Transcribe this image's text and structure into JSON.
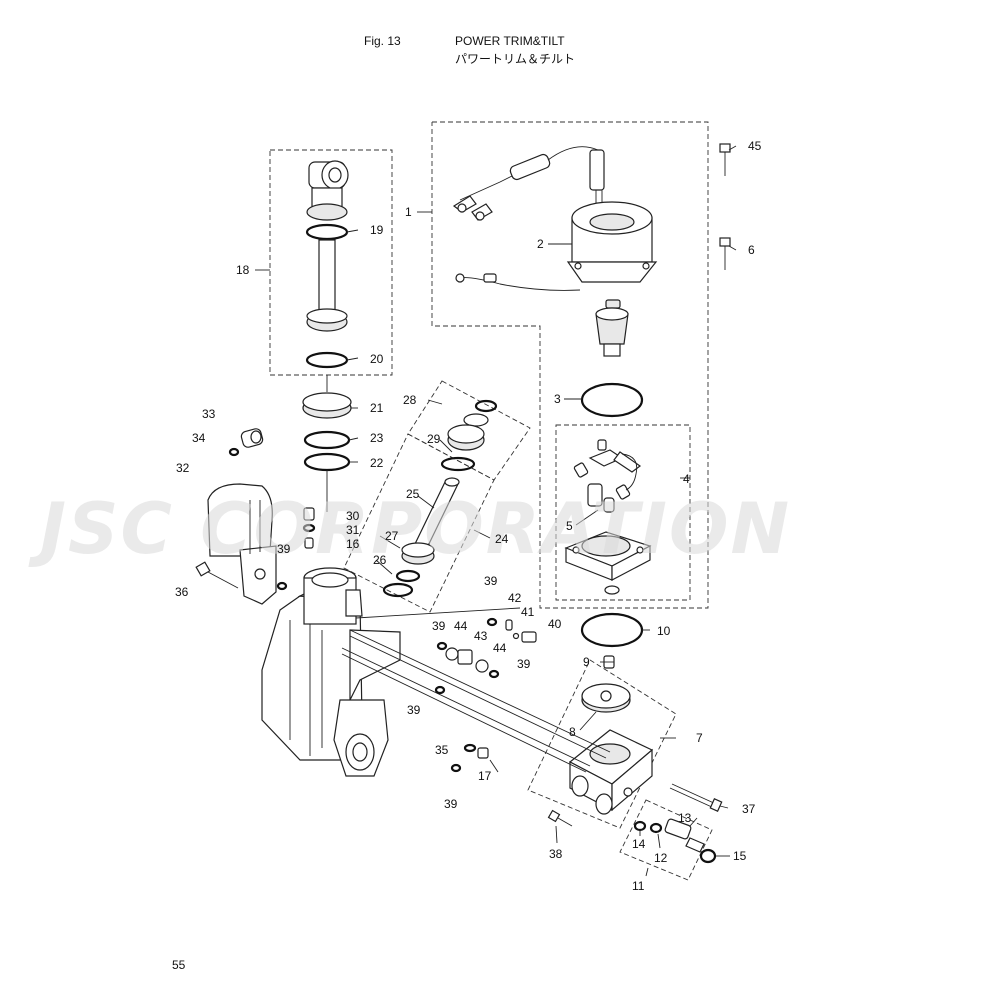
{
  "header": {
    "fig_label": "Fig. 13",
    "title_en": "POWER TRIM&TILT",
    "title_jp": "パワートリム＆チルト"
  },
  "watermark": "JSC CORPORATION",
  "page_number": "55",
  "callouts": {
    "c1": "1",
    "c2": "2",
    "c3": "3",
    "c4": "4",
    "c5": "5",
    "c6": "6",
    "c7": "7",
    "c8": "8",
    "c9": "9",
    "c10": "10",
    "c11": "11",
    "c12": "12",
    "c13": "13",
    "c14": "14",
    "c15": "15",
    "c16": "16",
    "c17": "17",
    "c18": "18",
    "c19": "19",
    "c20": "20",
    "c21": "21",
    "c22": "22",
    "c23": "23",
    "c24": "24",
    "c25": "25",
    "c26": "26",
    "c27": "27",
    "c28": "28",
    "c29": "29",
    "c30": "30",
    "c31": "31",
    "c32": "32",
    "c33": "33",
    "c34": "34",
    "c35": "35",
    "c36": "36",
    "c37": "37",
    "c38": "38",
    "c39a": "39",
    "c39b": "39",
    "c39c": "39",
    "c39d": "39",
    "c39e": "39",
    "c39f": "39",
    "c40": "40",
    "c41": "41",
    "c42": "42",
    "c43": "43",
    "c44a": "44",
    "c44b": "44",
    "c45": "45"
  }
}
